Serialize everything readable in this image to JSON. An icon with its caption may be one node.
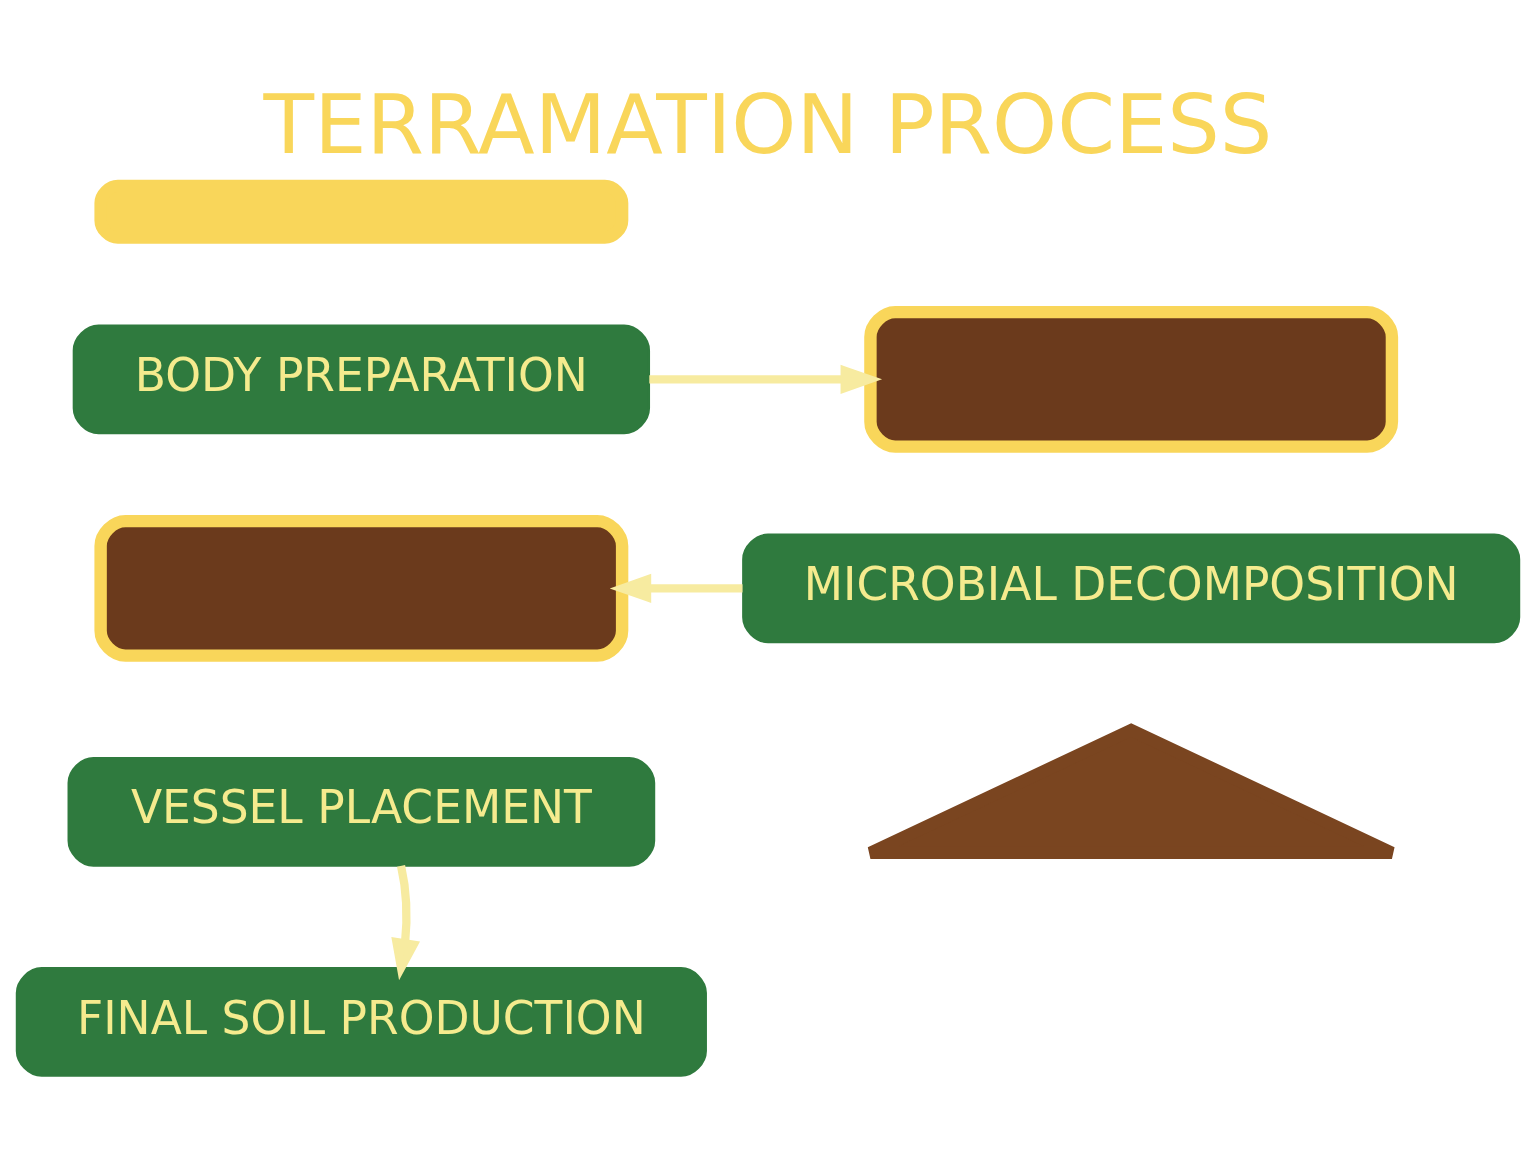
{
  "diagram": {
    "title": "TERRAMATION PROCESS",
    "nodes": [
      {
        "text": [],
        "shape": "bar"
      },
      {
        "text": [
          "BODY PREPARATION"
        ]
      },
      {
        "text": [],
        "shape": "box"
      },
      {
        "text": [],
        "shape": "box"
      },
      {
        "text": [
          "MICROBIAL DECOMPOSITION"
        ]
      },
      {
        "text": [
          "VESSEL PLACEMENT"
        ]
      },
      {
        "text": [],
        "shape": "triangle"
      },
      {
        "text": [
          "FINAL SOIL PRODUCTION"
        ]
      }
    ],
    "edges": [
      {
        "from": 1,
        "to": 2,
        "arrow": "to"
      },
      {
        "from": 4,
        "to": 3,
        "arrow": "to"
      },
      {
        "from": 5,
        "to": 7,
        "arrow": "to"
      }
    ]
  }
}
